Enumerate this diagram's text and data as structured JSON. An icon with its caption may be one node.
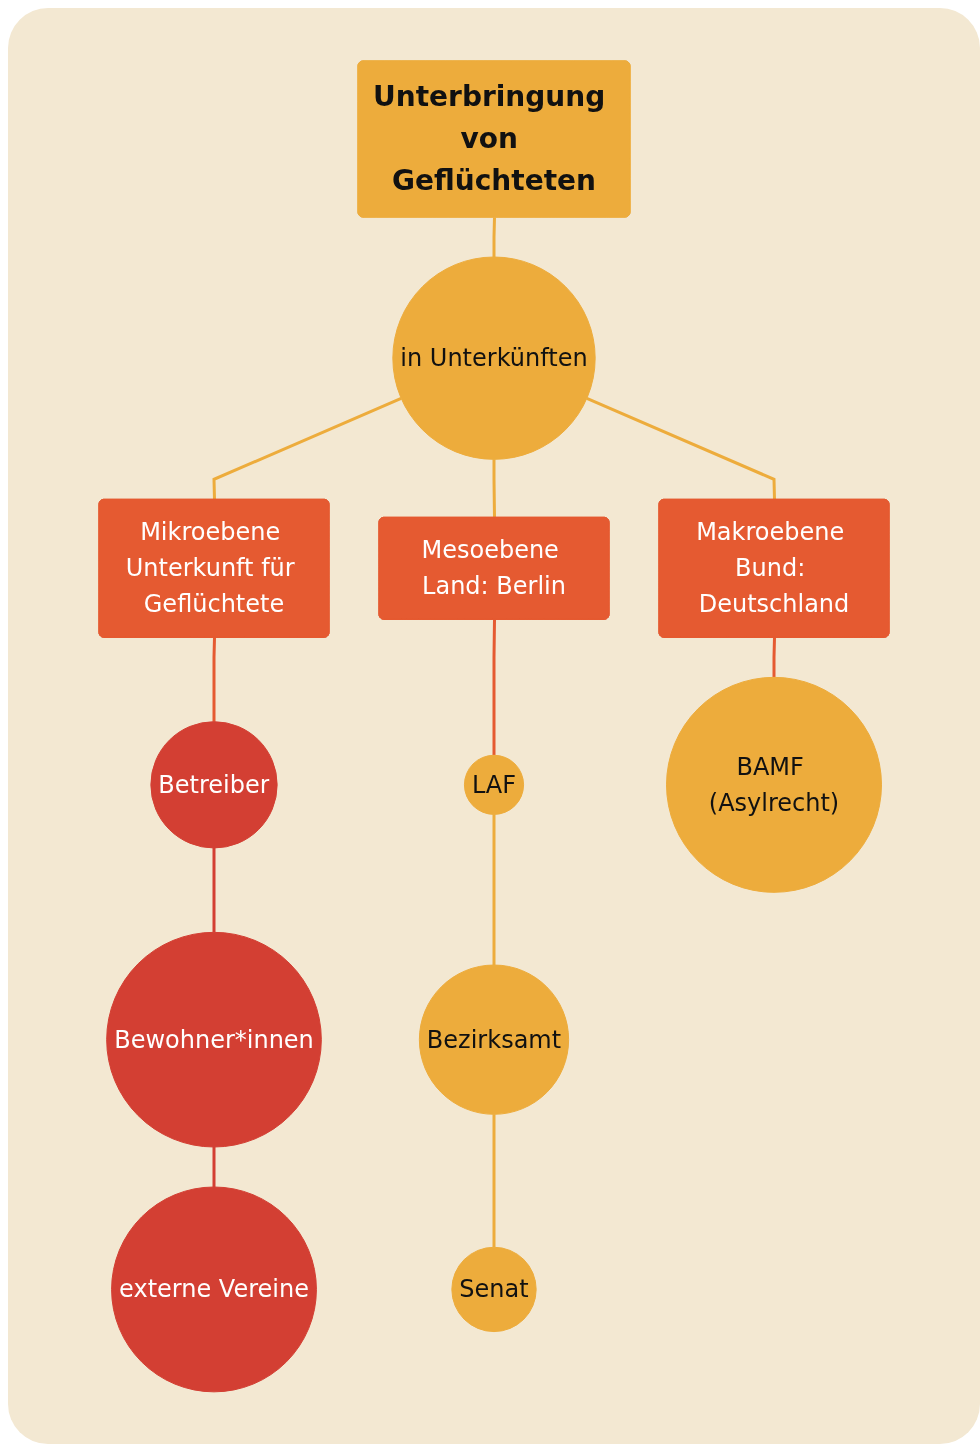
{
  "diagram": {
    "nodes": [
      {
        "text": [
          "Unterbringung von Geflüchteten"
        ]
      },
      {
        "text": [
          "in Unterkünften"
        ]
      },
      {
        "text": [
          "Mikroebene Unterkunft für Geflüchtete"
        ]
      },
      {
        "text": [
          "Mesoebene Land: Berlin"
        ]
      },
      {
        "text": [
          "Makroebene Bund: Deutschland"
        ]
      },
      {
        "text": [
          "Betreiber"
        ]
      },
      {
        "text": [
          "Bewohner*innen"
        ]
      },
      {
        "text": [
          "externe Vereine"
        ]
      },
      {
        "text": [
          "LAF"
        ]
      },
      {
        "text": [
          "Bezirksamt"
        ]
      },
      {
        "text": [
          "Senat"
        ]
      },
      {
        "text": [
          "BAMF (Asylrecht)"
        ]
      }
    ],
    "edges": [
      {
        "from": 0,
        "to": 1,
        "arrow": "none"
      },
      {
        "from": 1,
        "to": 2,
        "arrow": "none"
      },
      {
        "from": 1,
        "to": 3,
        "arrow": "none"
      },
      {
        "from": 1,
        "to": 4,
        "arrow": "none"
      },
      {
        "from": 2,
        "to": 5,
        "arrow": "none",
        "color": "#e55a31"
      },
      {
        "from": 5,
        "to": 6,
        "arrow": "none",
        "color": "#d33f33"
      },
      {
        "from": 6,
        "to": 7,
        "arrow": "none",
        "color": "#d33f33"
      },
      {
        "from": 3,
        "to": 8,
        "arrow": "none",
        "color": "#e55a31"
      },
      {
        "from": 8,
        "to": 9,
        "arrow": "none"
      },
      {
        "from": 9,
        "to": 10,
        "arrow": "none"
      },
      {
        "from": 4,
        "to": 11,
        "arrow": "none",
        "color": "#e55a31"
      }
    ]
  }
}
